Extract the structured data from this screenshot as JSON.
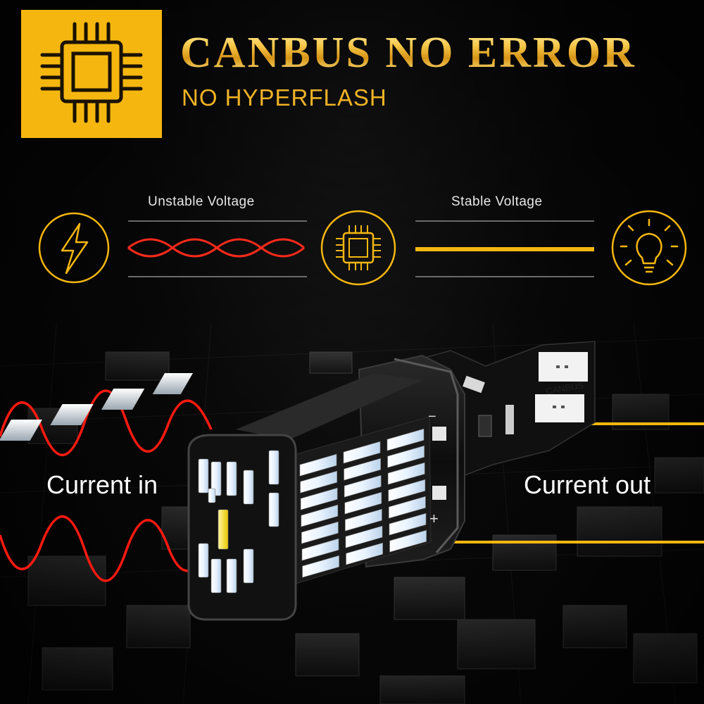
{
  "header": {
    "title": "CANBUS NO ERROR",
    "subtitle": "NO HYPERFLASH"
  },
  "comparison": {
    "left_label": "Unstable Voltage",
    "right_label": "Stable Voltage"
  },
  "bulb": {
    "brand_label": "CANBUS",
    "minus_sign": "−",
    "plus_sign": "+"
  },
  "flow": {
    "in_label": "Current in",
    "out_label": "Current out"
  },
  "colors": {
    "accent_gold": "#f5b70f",
    "wave_red": "#ff2a1a",
    "line_grey": "#8a8a8a",
    "background": "#050505"
  },
  "icons": [
    "chip-icon",
    "lightning-icon",
    "chip-circle-icon",
    "bulb-glow-icon"
  ]
}
